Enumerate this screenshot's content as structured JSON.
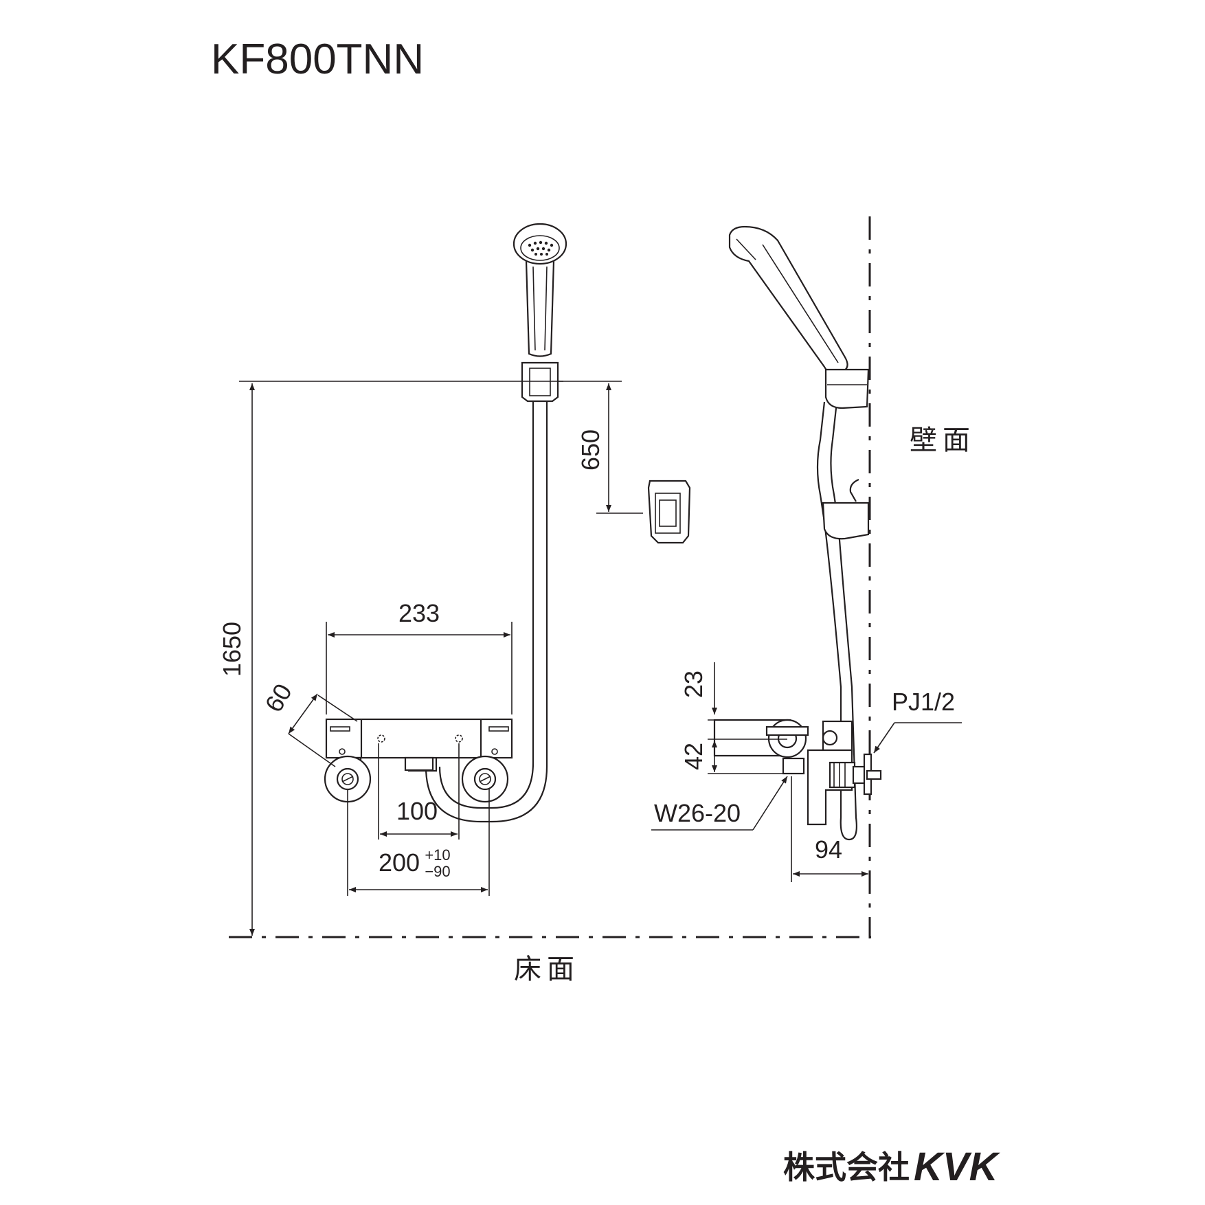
{
  "title": "KF800TNN",
  "labels": {
    "wall": "壁面",
    "floor": "床面",
    "connection": "PJ1/2",
    "outlet": "W26-20"
  },
  "dimensions": {
    "height_total": "1650",
    "holder_drop": "650",
    "body_width": "233",
    "body_depth": "60",
    "inlet_inner": "100",
    "inlet_pitch": "200",
    "tol_plus": "+10",
    "tol_minus": "−90",
    "top_offset": "23",
    "body_height": "42",
    "wall_offset": "94"
  },
  "brand": {
    "company": "株式会社",
    "logo": "KVK"
  }
}
